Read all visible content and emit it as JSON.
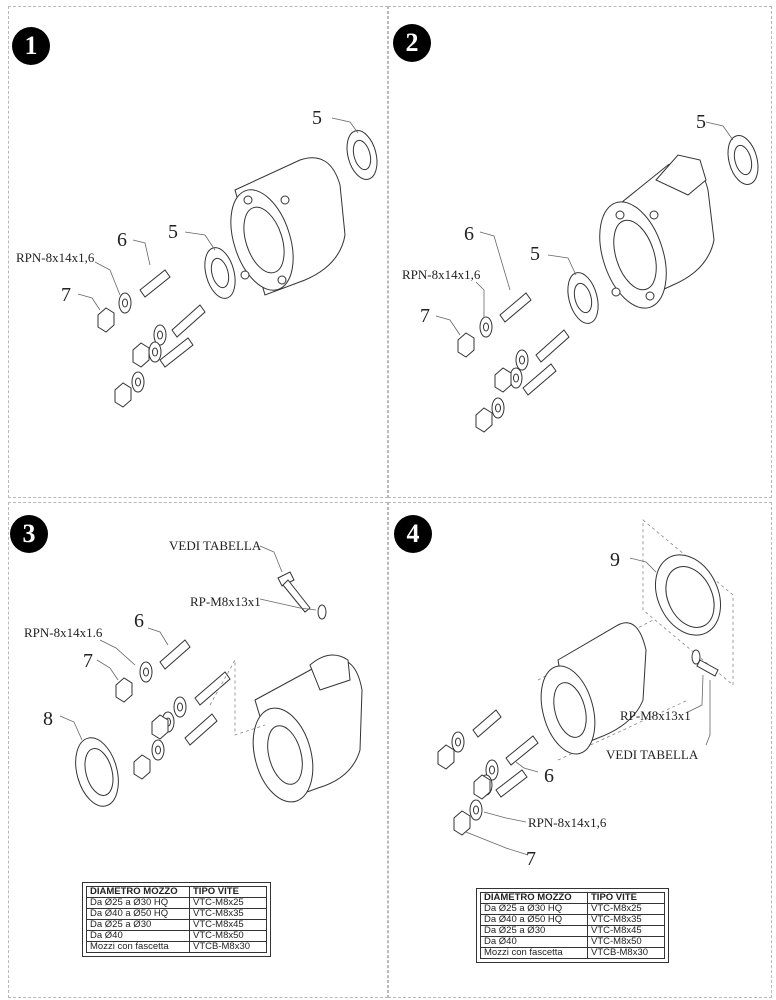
{
  "panels": [
    {
      "number": "1"
    },
    {
      "number": "2"
    },
    {
      "number": "3"
    },
    {
      "number": "4"
    }
  ],
  "labels": {
    "p1": {
      "rpn": "RPN-8x14x1,6",
      "n6": "6",
      "n7": "7",
      "n5a": "5",
      "n5b": "5"
    },
    "p2": {
      "rpn": "RPN-8x14x1,6",
      "n6": "6",
      "n7": "7",
      "n5a": "5",
      "n5b": "5"
    },
    "p3": {
      "vedi": "VEDI TABELLA",
      "rp": "RP-M8x13x1",
      "rpn": "RPN-8x14x1.6",
      "n6": "6",
      "n7": "7",
      "n8": "8"
    },
    "p4": {
      "n9": "9",
      "rp": "RP-M8x13x1",
      "vedi": "VEDI TABELLA",
      "n6": "6",
      "rpn": "RPN-8x14x1,6",
      "n7": "7"
    }
  },
  "table": {
    "headers": [
      "DIAMETRO MOZZO",
      "TIPO VITE"
    ],
    "rows": [
      [
        "Da Ø25 a Ø30 HQ",
        "VTC-M8x25"
      ],
      [
        "Da Ø40 a Ø50 HQ",
        "VTC-M8x35"
      ],
      [
        "Da Ø25 a Ø30",
        "VTC-M8x45"
      ],
      [
        "Da Ø40",
        "VTC-M8x50"
      ],
      [
        "Mozzi con fascetta",
        "VTCB-M8x30"
      ]
    ]
  }
}
